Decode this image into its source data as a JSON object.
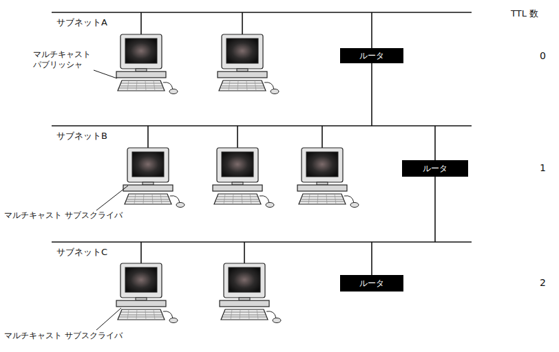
{
  "diagram": {
    "nodes": [
      {
        "text": [
          "ルータ"
        ]
      },
      {
        "text": [
          "ルータ"
        ]
      },
      {
        "text": [
          "ルータ"
        ]
      }
    ],
    "labels": [
      "TTL 数",
      "サブネットA",
      "マルチキャスト パブリッシャ",
      "0",
      "サブネットB",
      "マルチキャスト サブスクライバ",
      "1",
      "サブネットC",
      "マルチキャスト サブスクライバ",
      "2"
    ]
  }
}
